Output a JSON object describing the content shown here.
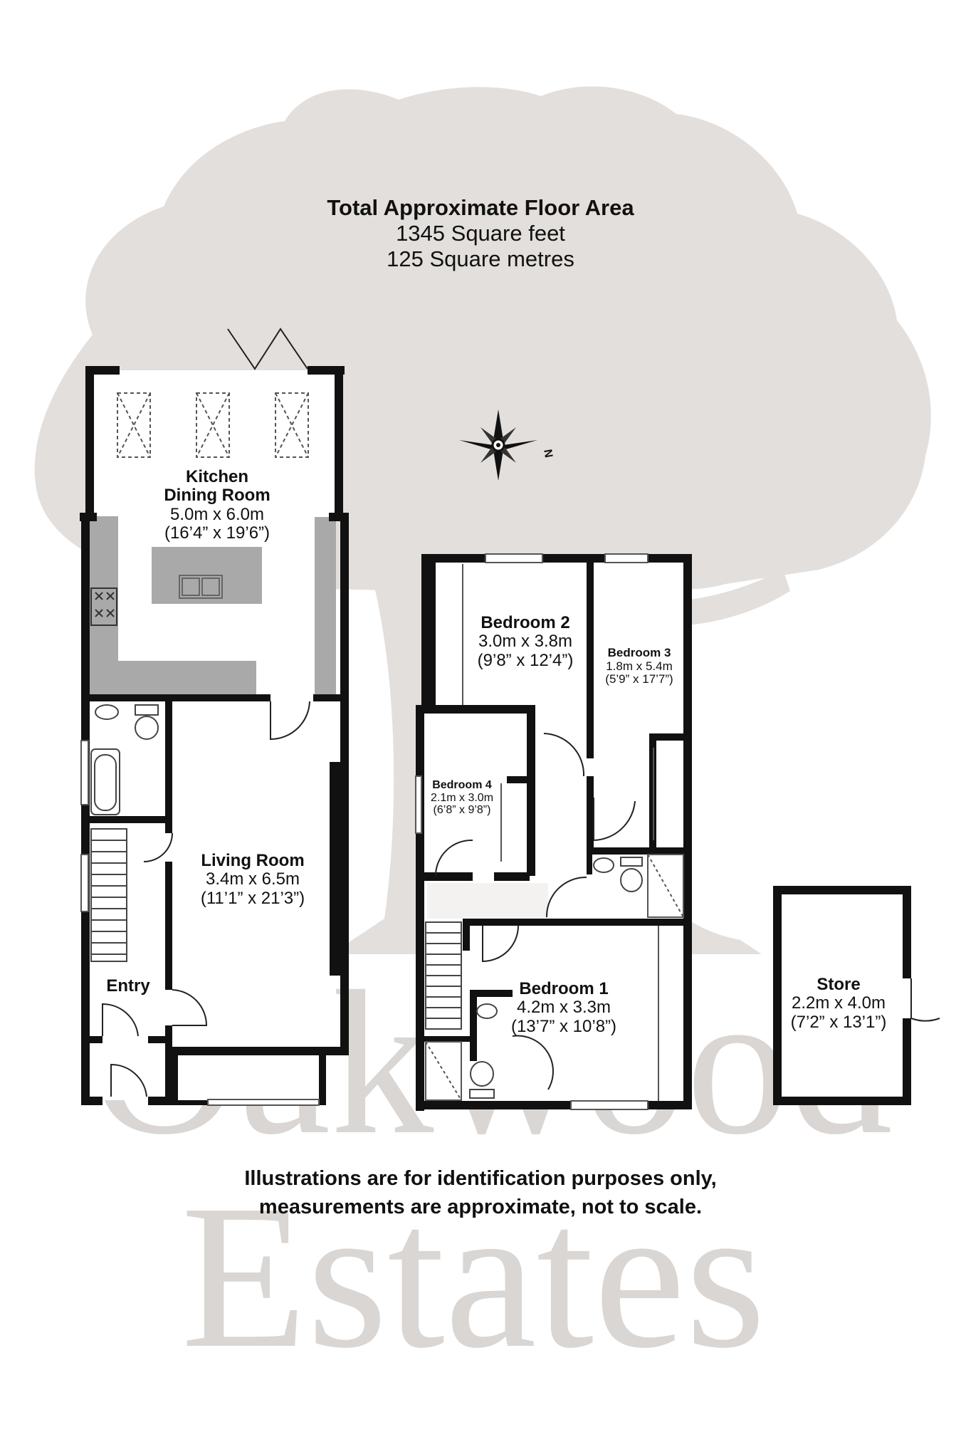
{
  "header": {
    "title": "Total Approximate Floor Area",
    "area_sqft": "1345 Square feet",
    "area_sqm": "125 Square metres"
  },
  "rooms": {
    "kitchen": {
      "name_line1": "Kitchen",
      "name_line2": "Dining Room",
      "metric": "5.0m x 6.0m",
      "imperial": "(16’4” x 19’6”)"
    },
    "living": {
      "name": "Living Room",
      "metric": "3.4m x 6.5m",
      "imperial": "(11’1” x 21’3”)"
    },
    "entry": {
      "name": "Entry"
    },
    "bedroom1": {
      "name": "Bedroom 1",
      "metric": "4.2m x 3.3m",
      "imperial": "(13’7” x 10’8”)"
    },
    "bedroom2": {
      "name": "Bedroom 2",
      "metric": "3.0m x 3.8m",
      "imperial": "(9’8” x 12’4”)"
    },
    "bedroom3": {
      "name": "Bedroom 3",
      "metric": "1.8m x 5.4m",
      "imperial": "(5’9” x 17’7”)"
    },
    "bedroom4": {
      "name": "Bedroom 4",
      "metric": "2.1m x 3.0m",
      "imperial": "(6’8” x 9’8”)"
    },
    "store": {
      "name": "Store",
      "metric": "2.2m x 4.0m",
      "imperial": "(7’2” x 13’1”)"
    }
  },
  "compass": {
    "label": "N"
  },
  "watermark": {
    "line1": "Oakwood",
    "line2": "Estates"
  },
  "disclaimer": {
    "line1": "Illustrations are for identification purposes only,",
    "line2": "measurements are approximate, not to scale."
  },
  "colors": {
    "tree": "#e2dfdc",
    "wall": "#111111",
    "counter": "#a9a9a9",
    "watermark": "#d9d6d3"
  }
}
